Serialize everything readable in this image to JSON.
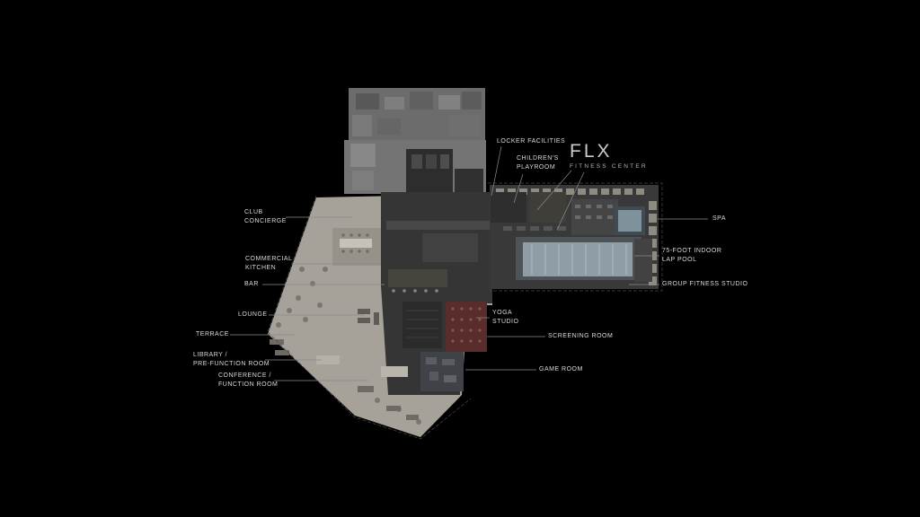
{
  "colors": {
    "bg": "#000000",
    "plan-light": "#a6a29a",
    "plan-mid": "#6c6c6c",
    "plan-dark": "#353535",
    "pool": "#8f9ea6",
    "spa": "#7f929b",
    "accent-red": "#5a2d2d",
    "leader": "#8a8a8a",
    "label": "#d9d9d9",
    "logo": "#c7cbce"
  },
  "logo": {
    "name": "FLX",
    "subtitle": "FITNESS CENTER"
  },
  "labels": {
    "club_concierge": "CLUB\nCONCIERGE",
    "commercial_kitchen": "COMMERCIAL\nKITCHEN",
    "bar": "BAR",
    "lounge": "LOUNGE",
    "terrace": "TERRACE",
    "library": "LIBRARY /\nPRE-FUNCTION ROOM",
    "conference": "CONFERENCE /\nFUNCTION ROOM",
    "locker_facilities": "LOCKER FACILITIES",
    "childrens_playroom": "CHILDREN'S\nPLAYROOM",
    "spa": "SPA",
    "lap_pool": "75-FOOT INDOOR\nLAP POOL",
    "group_fitness": "GROUP FITNESS STUDIO",
    "yoga_studio": "YOGA\nSTUDIO",
    "screening_room": "SCREENING ROOM",
    "game_room": "GAME ROOM"
  }
}
